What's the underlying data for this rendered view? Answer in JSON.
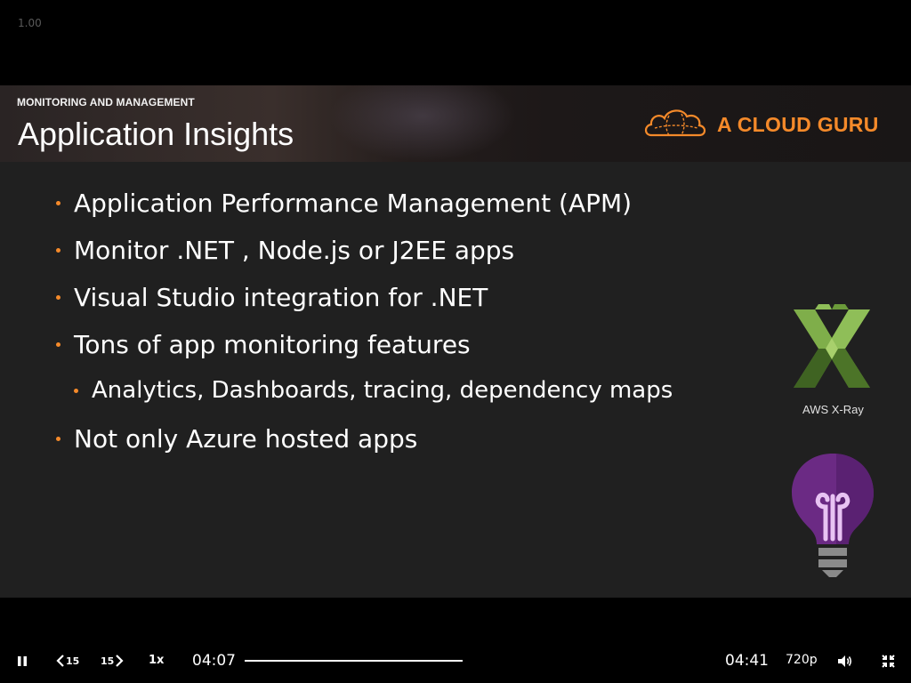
{
  "player": {
    "speed_readout": "1.00",
    "current_time": "04:07",
    "total_time": "04:41",
    "progress_fraction": 0.88,
    "playback_rate": "1x",
    "skip_back_label": "15",
    "skip_forward_label": "15",
    "quality": "720p",
    "icons": [
      "pause-icon",
      "skip-back-icon",
      "skip-forward-icon",
      "volume-icon",
      "exit-fullscreen-icon"
    ]
  },
  "slide": {
    "section_label": "MONITORING AND MANAGEMENT",
    "title": "Application Insights",
    "brand": "A CLOUD GURU",
    "bullets": [
      "Application Performance Management (APM)",
      "Monitor .NET , Node.js or J2EE apps",
      "Visual Studio integration for .NET",
      "Tons of app monitoring features",
      "Analytics, Dashboards, tracing, dependency maps",
      "Not only Azure hosted apps"
    ],
    "xray_label": "AWS X-Ray",
    "colors": {
      "accent": "#f58a2a",
      "slide_bg": "#202020",
      "xray_green": "#6b9a3a",
      "bulb_purple": "#6b2a84"
    },
    "logos": [
      "cloud-logo-icon",
      "aws-xray-icon",
      "lightbulb-icon"
    ]
  }
}
